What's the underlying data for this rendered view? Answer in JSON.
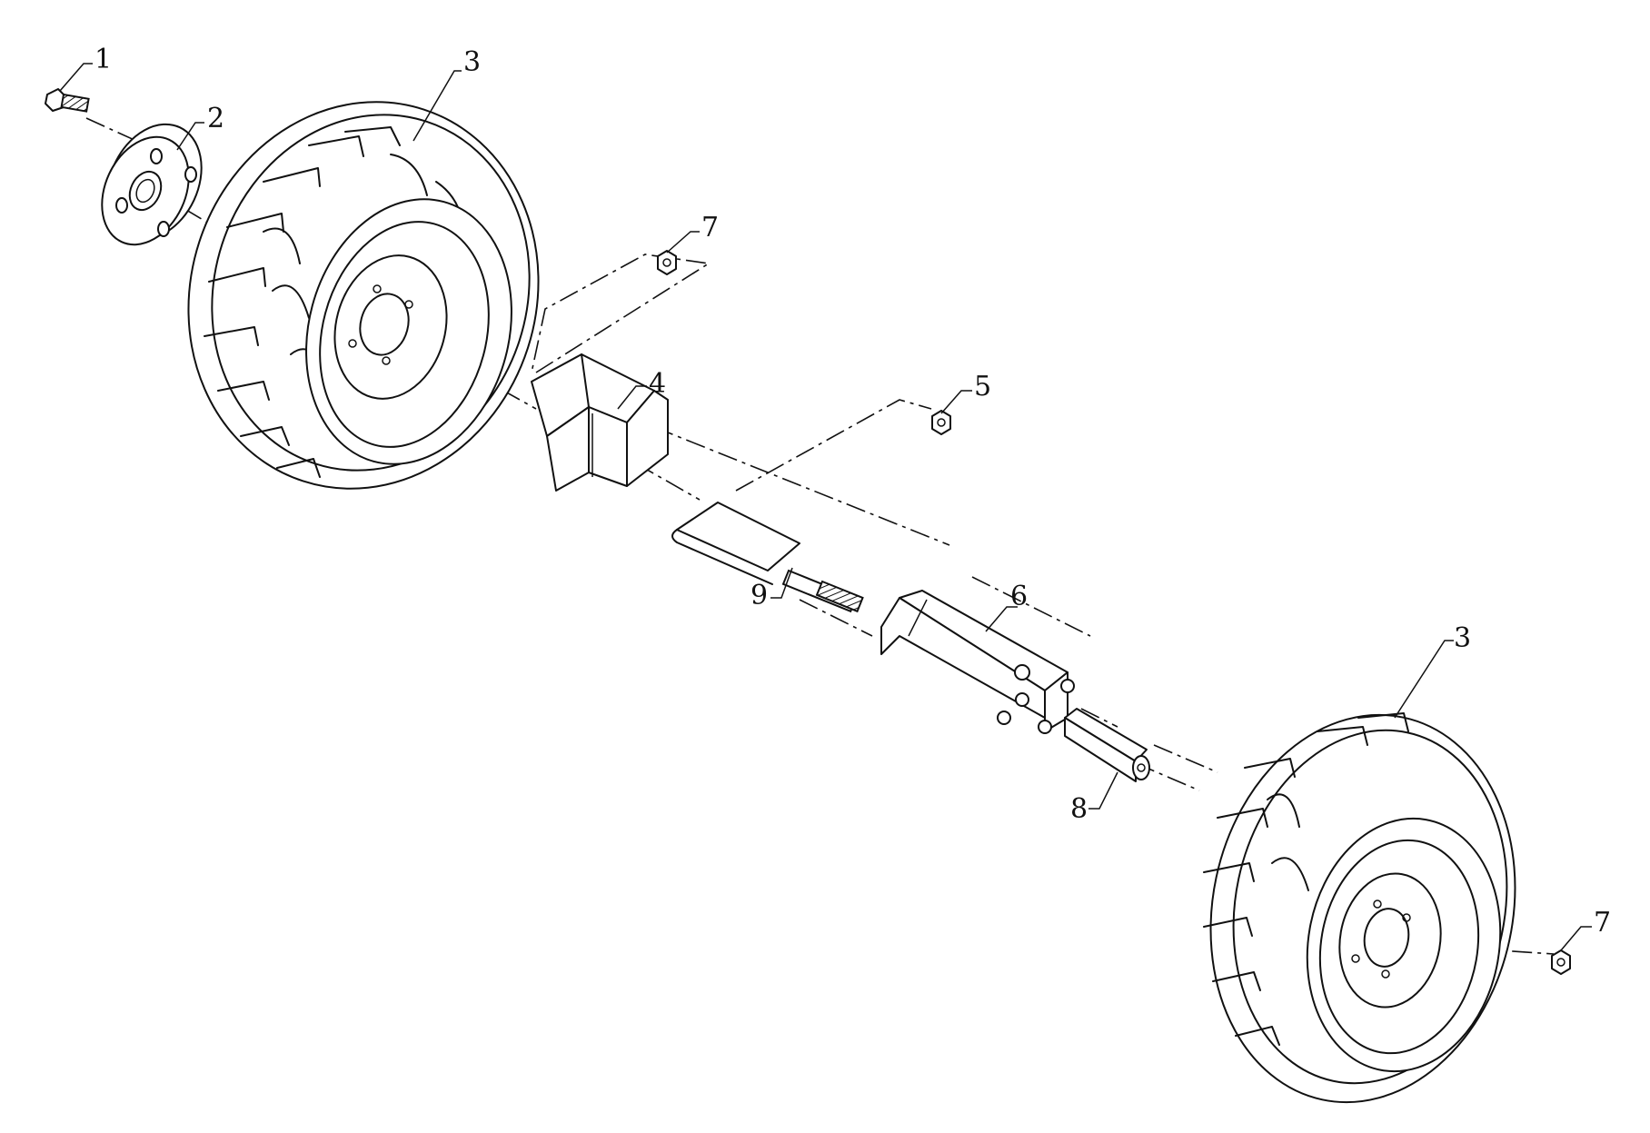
{
  "labels": {
    "bolt": "1",
    "hub_plate": "2",
    "wheel_left": "3",
    "wheel_right": "3",
    "axle_sleeve": "4",
    "nut_center": "5",
    "axle_tube": "6",
    "nut_left": "7",
    "nut_right": "7",
    "spacer": "8",
    "lock_pin": "9"
  }
}
